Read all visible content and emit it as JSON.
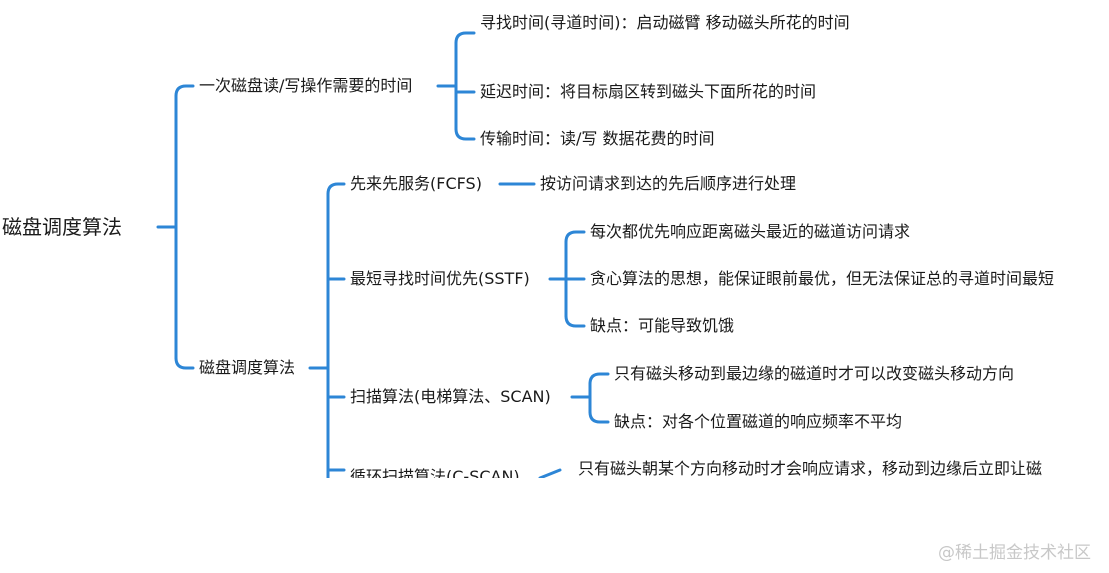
{
  "watermark": "@稀土掘金技术社区",
  "mindmap": {
    "root": "磁盘调度算法",
    "branch1": {
      "label": "一次磁盘读/写操作需要的时间",
      "items": [
        "寻找时间(寻道时间)：启动磁臂  移动磁头所花的时间",
        "延迟时间：将目标扇区转到磁头下面所花的时间",
        "传输时间：读/写 数据花费的时间"
      ]
    },
    "branch2": {
      "label": "磁盘调度算法",
      "algorithms": [
        {
          "name": "先来先服务(FCFS)",
          "items": [
            "按访问请求到达的先后顺序进行处理"
          ]
        },
        {
          "name": "最短寻找时间优先(SSTF)",
          "items": [
            "每次都优先响应距离磁头最近的磁道访问请求",
            "贪心算法的思想，能保证眼前最优，但无法保证总的寻道时间最短",
            "缺点：可能导致饥饿"
          ]
        },
        {
          "name": "扫描算法(电梯算法、SCAN)",
          "items": [
            "只有磁头移动到最边缘的磁道时才可以改变磁头移动方向",
            "缺点：对各个位置磁道的响应频率不平均"
          ]
        },
        {
          "name": "循环扫描算法(C-SCAN)",
          "items": [
            "只有磁头朝某个方向移动时才会响应请求，移动到边缘后立即让磁"
          ]
        }
      ]
    }
  },
  "colors": {
    "connector": "#2d86d6",
    "text": "#1a1a1a",
    "watermark": "#c8c8c8"
  }
}
